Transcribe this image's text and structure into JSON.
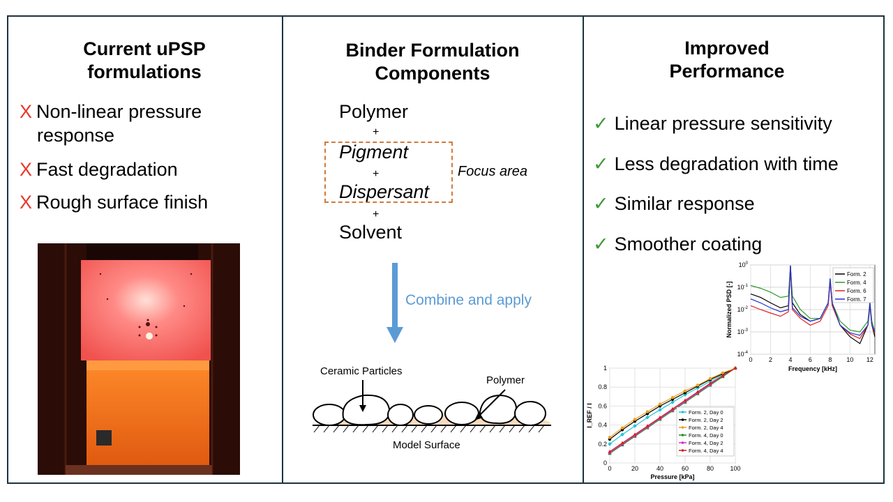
{
  "columns": {
    "left": {
      "heading_line1": "Current uPSP",
      "heading_line2": "formulations",
      "bullets": [
        {
          "mark": "X",
          "line1": "Non-linear pressure",
          "line2": "response"
        },
        {
          "mark": "X",
          "line1": "Fast degradation"
        },
        {
          "mark": "X",
          "line1": "Rough surface finish"
        }
      ]
    },
    "middle": {
      "heading_line1": "Binder Formulation",
      "heading_line2": "Components",
      "components": [
        "Polymer",
        "Pigment",
        "Dispersant",
        "Solvent"
      ],
      "plus": "+",
      "focus_label": "Focus area",
      "arrow_label": "Combine and apply",
      "schematic": {
        "ceramic_label": "Ceramic Particles",
        "polymer_label": "Polymer",
        "surface_label": "Model Surface"
      }
    },
    "right": {
      "heading_line1": "Improved",
      "heading_line2": "Performance",
      "bullets": [
        {
          "mark": "✓",
          "text": "Linear pressure sensitivity"
        },
        {
          "mark": "✓",
          "text": "Less degradation with time"
        },
        {
          "mark": "✓",
          "text": "Similar response"
        },
        {
          "mark": "✓",
          "text": "Smoother coating"
        }
      ]
    }
  },
  "colors": {
    "border": "#1d3240",
    "x_mark": "#e8382c",
    "check_mark": "#3c9a36",
    "arrow": "#5b9bd5",
    "focus_box": "#d07a3a"
  },
  "chart_data": [
    {
      "type": "line",
      "xlabel": "Frequency [kHz]",
      "ylabel": "Normalized PSD [-]",
      "xlim": [
        0,
        12.5
      ],
      "ylim": [
        0.0001,
        1
      ],
      "yscale": "log",
      "xticks": [
        "0",
        "2",
        "4",
        "6",
        "8",
        "10",
        "12"
      ],
      "yticks": [
        "10^-4",
        "10^-3",
        "10^-2",
        "10^-1",
        "10^0"
      ],
      "grid": true,
      "legend": "top-right",
      "series": [
        {
          "name": "Form. 2",
          "color": "#000000",
          "x": [
            0,
            1,
            2,
            3,
            3.8,
            4,
            4.2,
            5,
            6,
            7,
            7.8,
            8,
            8.2,
            9,
            10,
            11,
            11.8,
            12,
            12.2,
            12.5
          ],
          "y": [
            0.05,
            0.035,
            0.02,
            0.012,
            0.015,
            0.9,
            0.02,
            0.006,
            0.003,
            0.004,
            0.02,
            0.2,
            0.02,
            0.002,
            0.0006,
            0.0003,
            0.002,
            0.02,
            0.002,
            0.0006
          ]
        },
        {
          "name": "Form. 4",
          "color": "#2e9a2e",
          "x": [
            0,
            1,
            2,
            3,
            3.8,
            4,
            4.2,
            5,
            6,
            7,
            7.8,
            8,
            8.2,
            9,
            10,
            11,
            11.8,
            12,
            12.2,
            12.5
          ],
          "y": [
            0.12,
            0.09,
            0.06,
            0.035,
            0.04,
            0.9,
            0.04,
            0.01,
            0.004,
            0.004,
            0.02,
            0.25,
            0.02,
            0.003,
            0.0012,
            0.001,
            0.003,
            0.02,
            0.003,
            0.001
          ]
        },
        {
          "name": "Form. 6",
          "color": "#e02020",
          "x": [
            0,
            1,
            2,
            3,
            3.8,
            4,
            4.2,
            5,
            6,
            7,
            7.8,
            8,
            8.2,
            9,
            10,
            11,
            11.8,
            12,
            12.2,
            12.5
          ],
          "y": [
            0.015,
            0.01,
            0.007,
            0.005,
            0.008,
            0.9,
            0.01,
            0.004,
            0.002,
            0.003,
            0.015,
            0.2,
            0.015,
            0.002,
            0.0008,
            0.0005,
            0.002,
            0.015,
            0.002,
            0.0008
          ]
        },
        {
          "name": "Form. 7",
          "color": "#2030d0",
          "x": [
            0,
            1,
            2,
            3,
            3.8,
            4,
            4.2,
            5,
            6,
            7,
            7.8,
            8,
            8.2,
            9,
            10,
            11,
            11.8,
            12,
            12.2,
            12.5
          ],
          "y": [
            0.03,
            0.02,
            0.012,
            0.008,
            0.01,
            0.95,
            0.012,
            0.005,
            0.003,
            0.004,
            0.02,
            0.25,
            0.02,
            0.002,
            0.0009,
            0.0007,
            0.002,
            0.02,
            0.002,
            0.001
          ]
        }
      ]
    },
    {
      "type": "line",
      "xlabel": "Pressure [kPa]",
      "ylabel": "I_REF / I",
      "xlim": [
        0,
        100
      ],
      "ylim": [
        0,
        1
      ],
      "xticks": [
        "0",
        "20",
        "40",
        "60",
        "80",
        "100"
      ],
      "yticks": [
        "0",
        "0.2",
        "0.4",
        "0.6",
        "0.8",
        "1"
      ],
      "grid": true,
      "legend": "right",
      "x": [
        0,
        10,
        20,
        30,
        40,
        50,
        60,
        70,
        80,
        90,
        100
      ],
      "series": [
        {
          "name": "Form. 2, Day 0",
          "color": "#22c4d8",
          "marker": "diamond",
          "values": [
            0.2,
            0.3,
            0.39,
            0.48,
            0.56,
            0.64,
            0.72,
            0.79,
            0.86,
            0.93,
            1.0
          ]
        },
        {
          "name": "Form. 2, Day 2",
          "color": "#000000",
          "marker": "circle",
          "values": [
            0.25,
            0.35,
            0.44,
            0.52,
            0.6,
            0.67,
            0.74,
            0.81,
            0.88,
            0.94,
            1.0
          ]
        },
        {
          "name": "Form. 2, Day 4",
          "color": "#f0a020",
          "marker": "circle",
          "values": [
            0.27,
            0.37,
            0.46,
            0.54,
            0.62,
            0.69,
            0.76,
            0.82,
            0.89,
            0.95,
            1.0
          ]
        },
        {
          "name": "Form. 4, Day 0",
          "color": "#2a8a2a",
          "marker": "triangle",
          "values": [
            0.1,
            0.19,
            0.28,
            0.37,
            0.46,
            0.55,
            0.64,
            0.73,
            0.82,
            0.91,
            1.0
          ]
        },
        {
          "name": "Form. 4, Day 2",
          "color": "#d030d0",
          "marker": "triangle",
          "values": [
            0.11,
            0.2,
            0.29,
            0.38,
            0.47,
            0.56,
            0.65,
            0.74,
            0.83,
            0.92,
            1.0
          ]
        },
        {
          "name": "Form. 4, Day 4",
          "color": "#d02020",
          "marker": "triangle",
          "values": [
            0.12,
            0.21,
            0.3,
            0.39,
            0.48,
            0.57,
            0.66,
            0.75,
            0.84,
            0.92,
            1.0
          ]
        }
      ]
    }
  ]
}
